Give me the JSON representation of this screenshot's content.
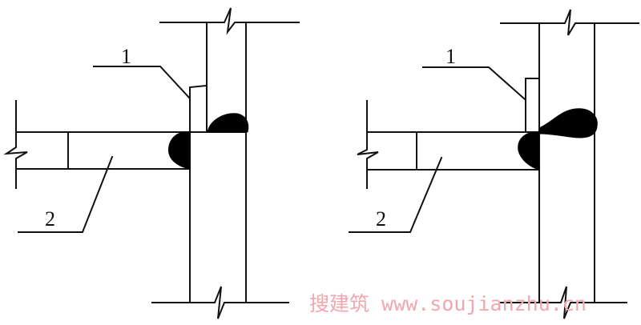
{
  "figures": [
    {
      "id": "left",
      "labels": {
        "backing_strip": "1",
        "beam_flange": "2"
      }
    },
    {
      "id": "right",
      "labels": {
        "backing_strip": "1",
        "beam_flange": "2"
      }
    }
  ],
  "watermark": "搜建筑 www.soujianzhu.cn",
  "colors": {
    "line": "#111111",
    "weld": "#000000",
    "watermark": "#f2a6ae"
  }
}
